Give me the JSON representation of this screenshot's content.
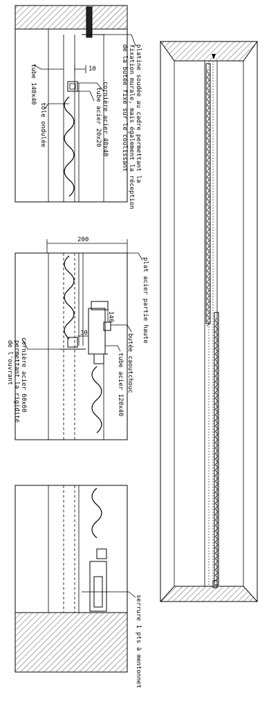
{
  "colors": {
    "line": "#000000",
    "hatch": "#555555",
    "background": "#ffffff"
  },
  "detail_top": {
    "dim_10": "10",
    "label_platine_1": "platine soudée au cadre permettant la",
    "label_platine_2": "fixation murale, mais également la réception",
    "label_platine_3": "de la butée fixe sur le coulissant",
    "label_corniere_40": "cornière acier 40x40",
    "label_tube_20": "tube acier 20x20",
    "label_tube_140": "tube 140x40",
    "label_tole": "tôle ondulée"
  },
  "detail_middle": {
    "dim_200": "200",
    "dim_140": "140",
    "dim_30": "30",
    "label_plat": "plat acier partie haute",
    "label_butee": "butée caoutchouc",
    "label_tube_120": "tube acier 120x40",
    "label_corniere_60_1": "cornière acier 60x60",
    "label_corniere_60_2": "permettant la rigidité",
    "label_corniere_60_3": "de l'ouvrant"
  },
  "detail_bottom": {
    "label_serrure": "serrure 1 pts à mentonnet"
  }
}
